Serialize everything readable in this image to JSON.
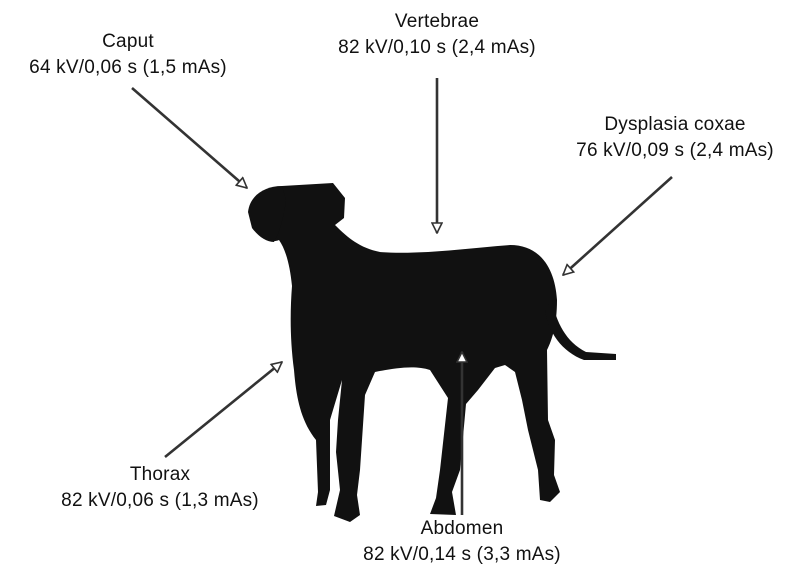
{
  "labels": {
    "caput": {
      "region": "Caput",
      "exposure": "64 kV/0,06 s (1,5 mAs)"
    },
    "vertebrae": {
      "region": "Vertebrae",
      "exposure": "82 kV/0,10 s (2,4 mAs)"
    },
    "dysplasia": {
      "region": "Dysplasia coxae",
      "exposure": "76 kV/0,09 s (2,4 mAs)"
    },
    "thorax": {
      "region": "Thorax",
      "exposure": "82 kV/0,06 s (1,3 mAs)"
    },
    "abdomen": {
      "region": "Abdomen",
      "exposure": "82 kV/0,14 s (3,3 mAs)"
    }
  },
  "colors": {
    "silhouette": "#111111",
    "arrow": "#333333",
    "background": "#ffffff"
  },
  "icons": {
    "figure": "dog-silhouette",
    "pointer": "hollow-arrowhead"
  }
}
